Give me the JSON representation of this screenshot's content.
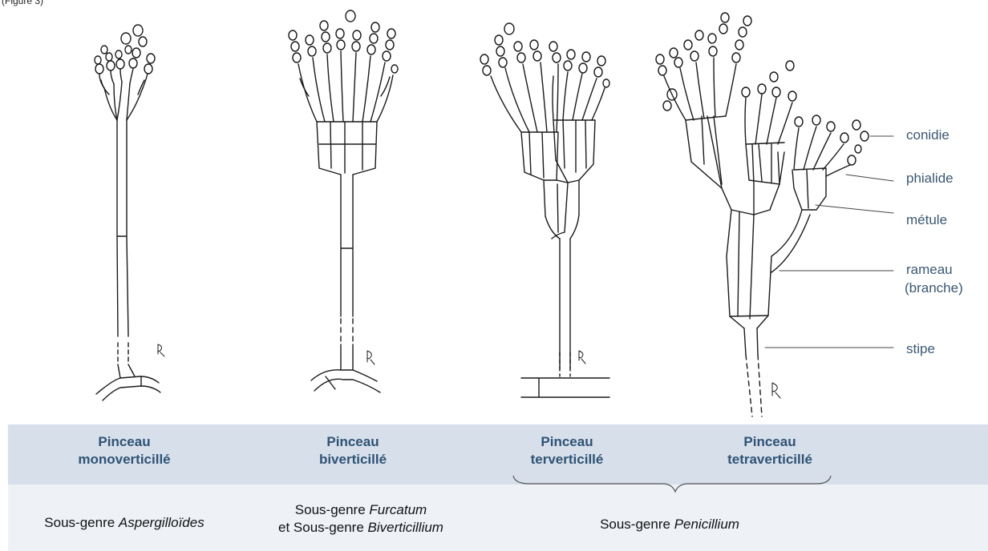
{
  "page_label": "(Figure 3)",
  "labels": {
    "conidie": "conidie",
    "phialide": "phialide",
    "metule": "métule",
    "rameau": "rameau",
    "branche": "(branche)",
    "stipe": "stipe"
  },
  "types": [
    {
      "line1": "Pinceau",
      "line2": "monoverticillé"
    },
    {
      "line1": "Pinceau",
      "line2": "biverticillé"
    },
    {
      "line1": "Pinceau",
      "line2": "terverticillé"
    },
    {
      "line1": "Pinceau",
      "line2": "tetraverticillé"
    }
  ],
  "subgenera": [
    {
      "prefix": "Sous-genre ",
      "italic": "Aspergilloïdes"
    },
    {
      "line1_prefix": "Sous-genre ",
      "line1_italic": "Furcatum",
      "line2_prefix": "et Sous-genre ",
      "line2_italic": "Biverticillium"
    },
    {
      "prefix": "Sous-genre ",
      "italic": "Penicillium"
    }
  ],
  "colors": {
    "band_top": "#d7dfeb",
    "band_bottom": "#eef2f7",
    "type_text": "#2f5374",
    "label_text": "#3b5872"
  }
}
